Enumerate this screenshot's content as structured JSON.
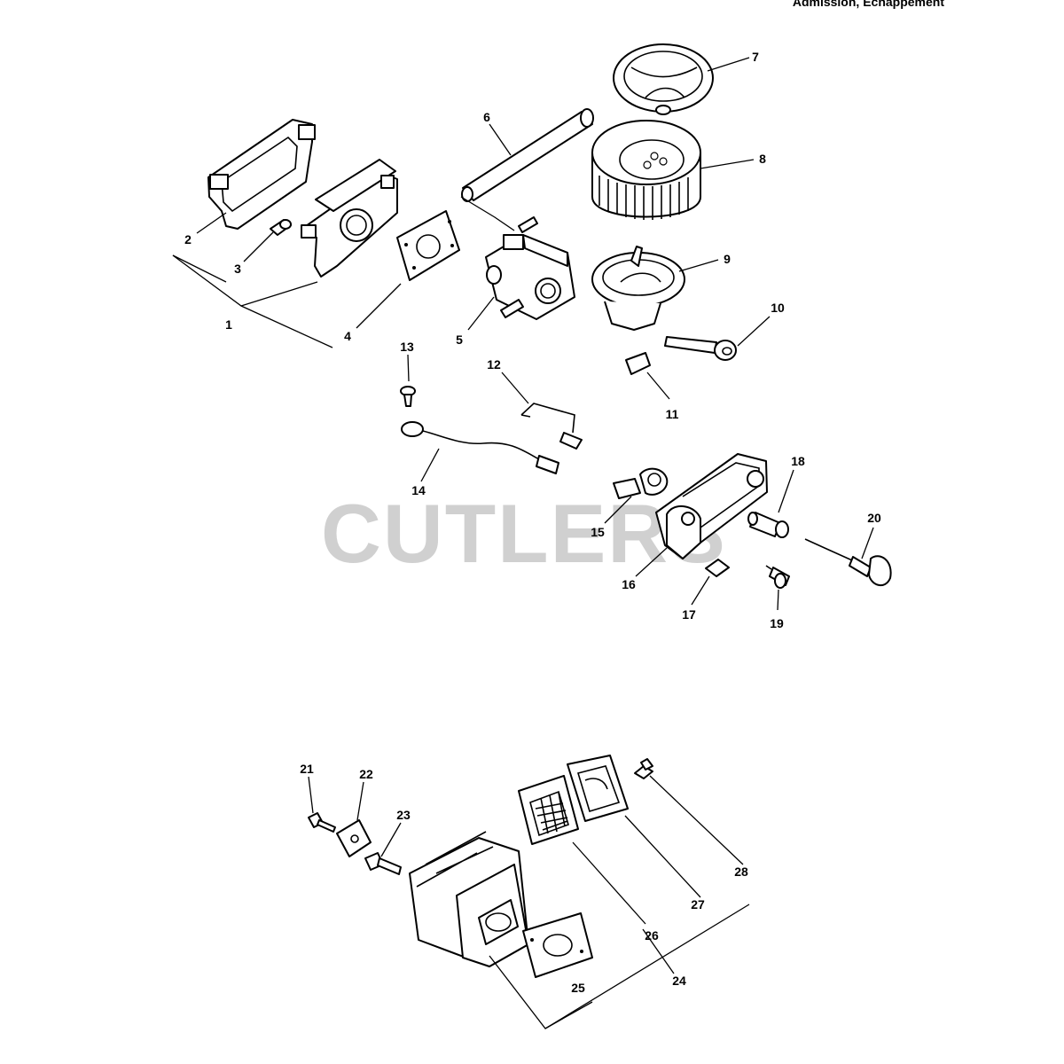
{
  "header": {
    "title": "Admission, Echappement"
  },
  "watermark": {
    "text": "CUTLERS"
  },
  "callouts": [
    {
      "id": "1",
      "label": "1"
    },
    {
      "id": "2",
      "label": "2"
    },
    {
      "id": "3",
      "label": "3"
    },
    {
      "id": "4",
      "label": "4"
    },
    {
      "id": "5",
      "label": "5"
    },
    {
      "id": "6",
      "label": "6"
    },
    {
      "id": "7",
      "label": "7"
    },
    {
      "id": "8",
      "label": "8"
    },
    {
      "id": "9",
      "label": "9"
    },
    {
      "id": "10",
      "label": "10"
    },
    {
      "id": "11",
      "label": "11"
    },
    {
      "id": "12",
      "label": "12"
    },
    {
      "id": "13",
      "label": "13"
    },
    {
      "id": "14",
      "label": "14"
    },
    {
      "id": "15",
      "label": "15"
    },
    {
      "id": "16",
      "label": "16"
    },
    {
      "id": "17",
      "label": "17"
    },
    {
      "id": "18",
      "label": "18"
    },
    {
      "id": "19",
      "label": "19"
    },
    {
      "id": "20",
      "label": "20"
    },
    {
      "id": "21",
      "label": "21"
    },
    {
      "id": "22",
      "label": "22"
    },
    {
      "id": "23",
      "label": "23"
    },
    {
      "id": "24",
      "label": "24"
    },
    {
      "id": "25",
      "label": "25"
    },
    {
      "id": "26",
      "label": "26"
    },
    {
      "id": "27",
      "label": "27"
    },
    {
      "id": "28",
      "label": "28"
    }
  ]
}
